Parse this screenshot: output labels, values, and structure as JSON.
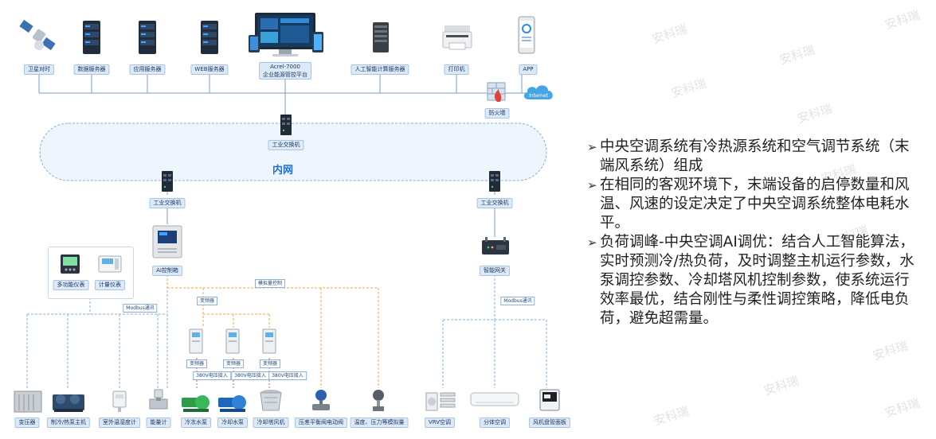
{
  "top_devices": [
    {
      "id": "satellite",
      "label": "卫星对时",
      "icon": "satellite-icon"
    },
    {
      "id": "data-server",
      "label": "数据服务器",
      "icon": "server-icon"
    },
    {
      "id": "app-server",
      "label": "应用服务器",
      "icon": "server-icon"
    },
    {
      "id": "web-server",
      "label": "WEB服务器",
      "icon": "server-icon"
    },
    {
      "id": "platform",
      "label_line1": "Acrel-7000",
      "label_line2": "企业能源管控平台",
      "icon": "monitor-icon"
    },
    {
      "id": "ai-server",
      "label": "人工智能计算服务器",
      "icon": "server-icon"
    },
    {
      "id": "printer",
      "label": "打印机",
      "icon": "printer-icon"
    },
    {
      "id": "app",
      "label": "APP",
      "icon": "phone-icon"
    }
  ],
  "firewall": {
    "label": "防火墙",
    "icon": "firewall-icon"
  },
  "internet": {
    "label": "Internet",
    "icon": "cloud-icon"
  },
  "core_switch": {
    "label": "工业交换机",
    "icon": "switch-icon"
  },
  "network": {
    "label": "内网"
  },
  "left_switch": {
    "label": "工业交换机"
  },
  "right_switch": {
    "label": "工业交换机"
  },
  "ai_controller": {
    "label": "AI控制箱",
    "icon": "controller-icon"
  },
  "gateway": {
    "label": "智能网关",
    "icon": "gateway-icon"
  },
  "meters": {
    "multi": {
      "label": "多功能仪表",
      "icon": "meter-icon"
    },
    "metering": {
      "label": "计量仪表",
      "icon": "meter-icon"
    }
  },
  "tags": {
    "modbus_left": "Modbus通讯",
    "modbus_right": "Modbus通讯",
    "vfd_link": "变频器",
    "analog_control": "模拟量控制",
    "inverter_label": "变频器",
    "voltage_input": "380V电压接入"
  },
  "inverters": [
    "变频器",
    "变频器",
    "变频器"
  ],
  "bottom_devices": [
    {
      "label": "变压器",
      "icon": "transformer-icon"
    },
    {
      "label": "制冷/热泵主机",
      "icon": "chiller-icon"
    },
    {
      "label": "室外温湿度计",
      "icon": "hygrometer-icon"
    },
    {
      "label": "能量计",
      "icon": "energy-meter-icon"
    },
    {
      "label": "冷冻水泵",
      "icon": "pump-icon"
    },
    {
      "label": "冷却水泵",
      "icon": "pump-icon"
    },
    {
      "label": "冷却塔风机",
      "icon": "cooling-tower-icon"
    },
    {
      "label": "压差平衡阀电动阀",
      "icon": "valve-icon"
    },
    {
      "label": "温度、压力等模拟量",
      "icon": "sensor-icon"
    },
    {
      "label": "VRV空调",
      "icon": "vrv-icon"
    },
    {
      "label": "分体空调",
      "icon": "split-ac-icon"
    },
    {
      "label": "风机盘管面板",
      "icon": "thermostat-icon"
    }
  ],
  "bullets": [
    "中央空调系统有冷热源系统和空气调节系统（末端风系统）组成",
    "在相同的客观环境下，末端设备的启停数量和风温、风速的设定决定了中央空调系统整体电耗水平。",
    "负荷调峰-中央空调AI调优：结合人工智能算法，实时预测冷/热负荷，及时调整主机运行参数，水泵调控参数、冷却塔风机控制参数，使系统运行效率最优，结合刚性与柔性调控策略，降低电负荷，避免超需量。"
  ],
  "bullet_arrow": "➢",
  "watermark": "安科瑞",
  "colors": {
    "line": "#7e9bc4",
    "dashed_blue": "#7fb1d9",
    "dashed_orange": "#f0a64a",
    "dashed_red": "#e85a5a",
    "network_fill": "#ecf4fd",
    "network_border": "#7fb1e3",
    "accent": "#1f6fd6"
  }
}
